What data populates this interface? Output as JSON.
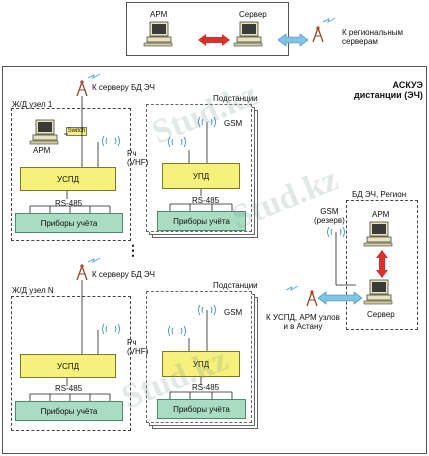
{
  "top": {
    "arm": "АРМ",
    "server": "Сервер",
    "regional": "К региональным\nсерверам"
  },
  "main": {
    "title": "АСКУЭ\nдистанции (ЭЧ)",
    "to_db_server": "К серверу БД ЭЧ",
    "node1": "Ж/Д узел 1",
    "nodeN": "Ж/Д узел N",
    "substations": "Подстанции",
    "gsm": "GSM",
    "vhf": "Рч\n(VHF)",
    "arm": "АРМ",
    "switch": "Switch",
    "uspd": "УСПД",
    "upd": "УПД",
    "rs485": "RS-485",
    "meters": "Приборы учёта",
    "ellipsis": "⋮",
    "db_region": "БД ЭЧ, Регион",
    "gsm_reserve": "GSM\n(резерв)",
    "server": "Сервер",
    "to_uspd": "К УСПД, АРМ узлов\nи в Астану"
  },
  "watermark": "Stud.kz",
  "colors": {
    "yellow": "#f7f07a",
    "green": "#a9dcc0",
    "link": "#7fc3e6",
    "red": "#d9322c"
  }
}
